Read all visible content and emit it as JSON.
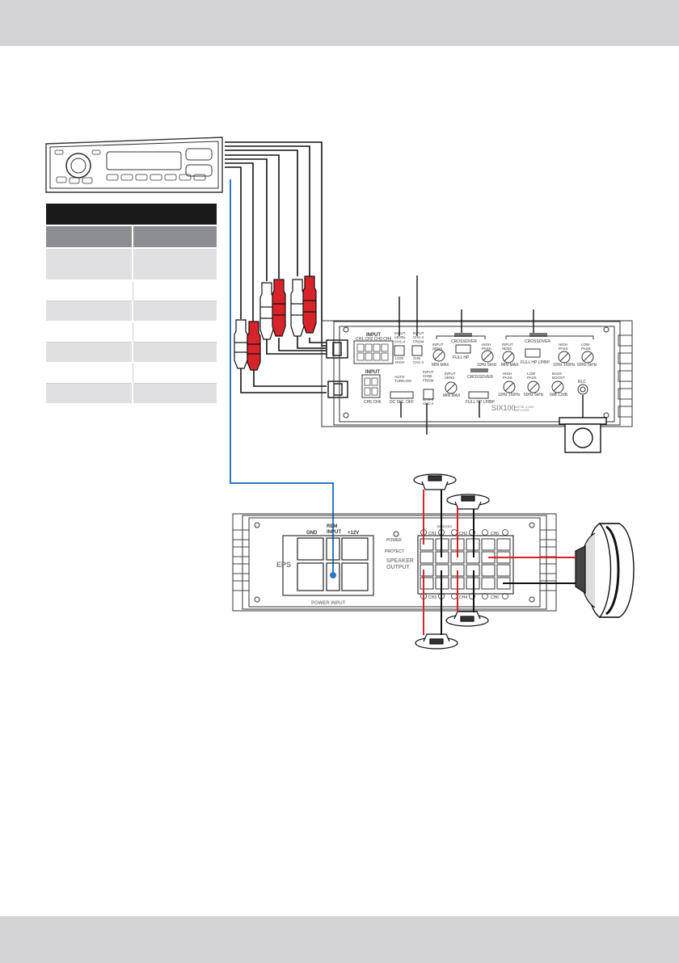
{
  "colors": {
    "band": "#d4d4d6",
    "wire_red": "#d8232a",
    "wire_blue": "#2a79c8",
    "line": "#1a1a1a"
  },
  "head_unit": {
    "icon": "car-radio-icon"
  },
  "spec_table": {
    "rows": 8
  },
  "amp_top": {
    "input_label": "INPUT",
    "input_channels": "CH1 CH2 CH3 CH4",
    "input_label_2": "INPUT",
    "input_channels_2": "CH5   CH6",
    "input_level": "INPUT\nLEVEL\nCH1-4",
    "input_level_opts": "LOW\nHIGH",
    "input_ch_from": "INPUT\nCH1-4\nFROM",
    "input_ch_from_opts": "CH5\nCH1-4",
    "crossover_1": "CROSSOVER",
    "crossover_1_opts": "FULL  HP",
    "input_sens_1": "INPUT\nSENS",
    "min_max_1": "MIN    MAX",
    "high_pass_1": "HIGH\nPASS",
    "hp_range_1": "10Hz   5kHz",
    "input_sens_2": "INPUT\nSENS",
    "min_max_2": "MIN   MAX",
    "crossover_2": "CROSSOVER",
    "crossover_2_opts": "FULL  HP  LP/BP",
    "high_pass_2": "HIGH\nPASS",
    "hp_range_2": "10Hz   160Hz",
    "low_pass_2": "LOW\nPASS",
    "lp_range_2": "50Hz   5kHz",
    "auto_turn_on": "AUTO\nTURN-ON",
    "auto_opts": "DC   SIG.   OFF",
    "input_ch56": "INPUT\nCH56\nFROM",
    "input_ch56_opts": "CH5-6\nCH1-4",
    "input_sens_3": "INPUT\nSENS",
    "min_max_3": "MIN    MAX",
    "crossover_3": "CROSSOVER",
    "crossover_3_opts": "FULL  HP  LP/BP",
    "high_pass_3": "HIGH\nPASS",
    "hp_range_3": "10Hz   160Hz",
    "low_pass_3": "LOW\nPASS",
    "lp_range_3": "50Hz   5kHz",
    "bass_boost": "BASS\nBOOST",
    "bass_range": "0dB   12dB",
    "rlc": "RLC",
    "model": "SIX100",
    "model_sub": "DIGITAL 6-WAY\nAMPLIFIER"
  },
  "amp_bottom": {
    "gnd": "GND",
    "rem_input": "REM\nINPUT",
    "plus12v": "+12V",
    "power_input": "POWER INPUT",
    "power": "POWER",
    "protect": "PROTECT",
    "speaker_output": "SPEAKER\nOUTPUT",
    "bridged": "BRIDGED",
    "ch1": "CH1",
    "ch2": "CH2",
    "ch3": "CH3",
    "ch4": "CH4",
    "ch5": "CH5",
    "ch6": "CH6",
    "brand": "EPS"
  }
}
